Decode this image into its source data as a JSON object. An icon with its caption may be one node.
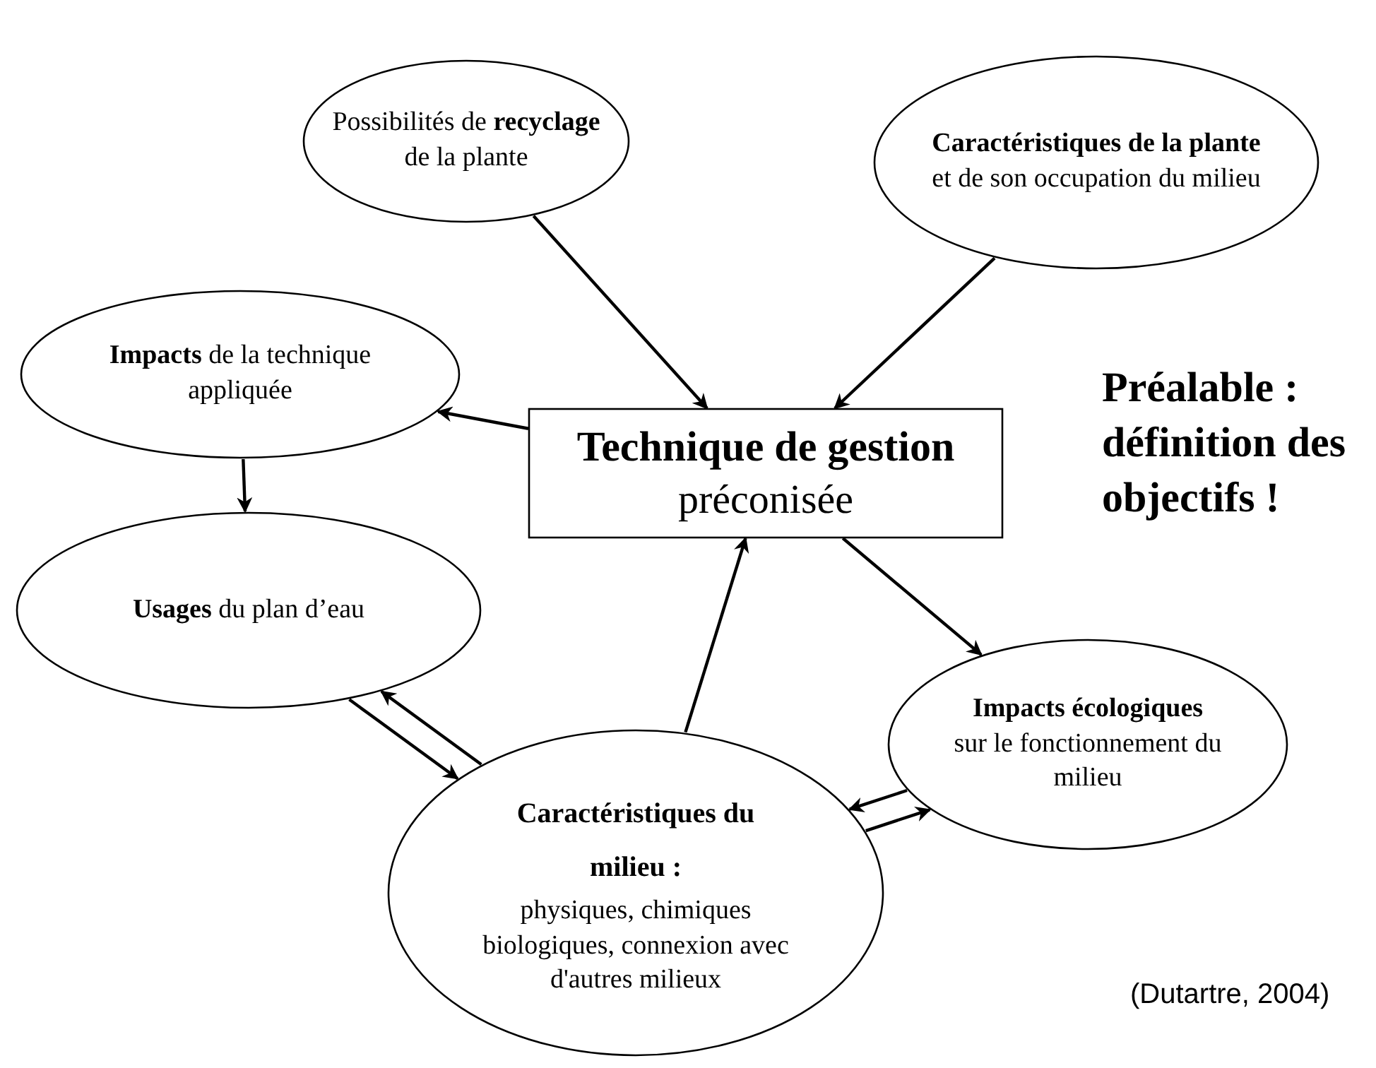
{
  "diagram": {
    "nodes": [
      {
        "text": [
          "Possibilités de **recyclage** de la plante"
        ]
      },
      {
        "text": [
          "**Caractéristiques de la plante** et de son occupation du milieu"
        ]
      },
      {
        "text": [
          "**Impacts** de la technique appliquée"
        ]
      },
      {
        "text": [
          "Technique de gestion",
          "préconisée"
        ]
      },
      {
        "text": [
          "**Usages** du plan d’eau"
        ]
      },
      {
        "text": [
          "Impacts écologiques",
          "sur le fonctionnement du milieu"
        ]
      },
      {
        "text": [
          "Caractéristiques du milieu :",
          "physiques, chimiques biologiques, connexion avec d'autres milieux"
        ]
      }
    ],
    "edges": [
      {
        "from": 0,
        "to": 3,
        "arrow": "to"
      },
      {
        "from": 1,
        "to": 3,
        "arrow": "to"
      },
      {
        "from": 3,
        "to": 2,
        "arrow": "to"
      },
      {
        "from": 2,
        "to": 4,
        "arrow": "to"
      },
      {
        "from": 6,
        "to": 3,
        "arrow": "to"
      },
      {
        "from": 3,
        "to": 5,
        "arrow": "to"
      },
      {
        "from": 6,
        "to": 4,
        "arrow": "to"
      },
      {
        "from": 4,
        "to": 6,
        "arrow": "to"
      },
      {
        "from": 6,
        "to": 5,
        "arrow": "to"
      },
      {
        "from": 5,
        "to": 6,
        "arrow": "to"
      }
    ],
    "labels": [
      "Préalable : définition des objectifs !",
      "(Dutartre, 2004)"
    ]
  }
}
